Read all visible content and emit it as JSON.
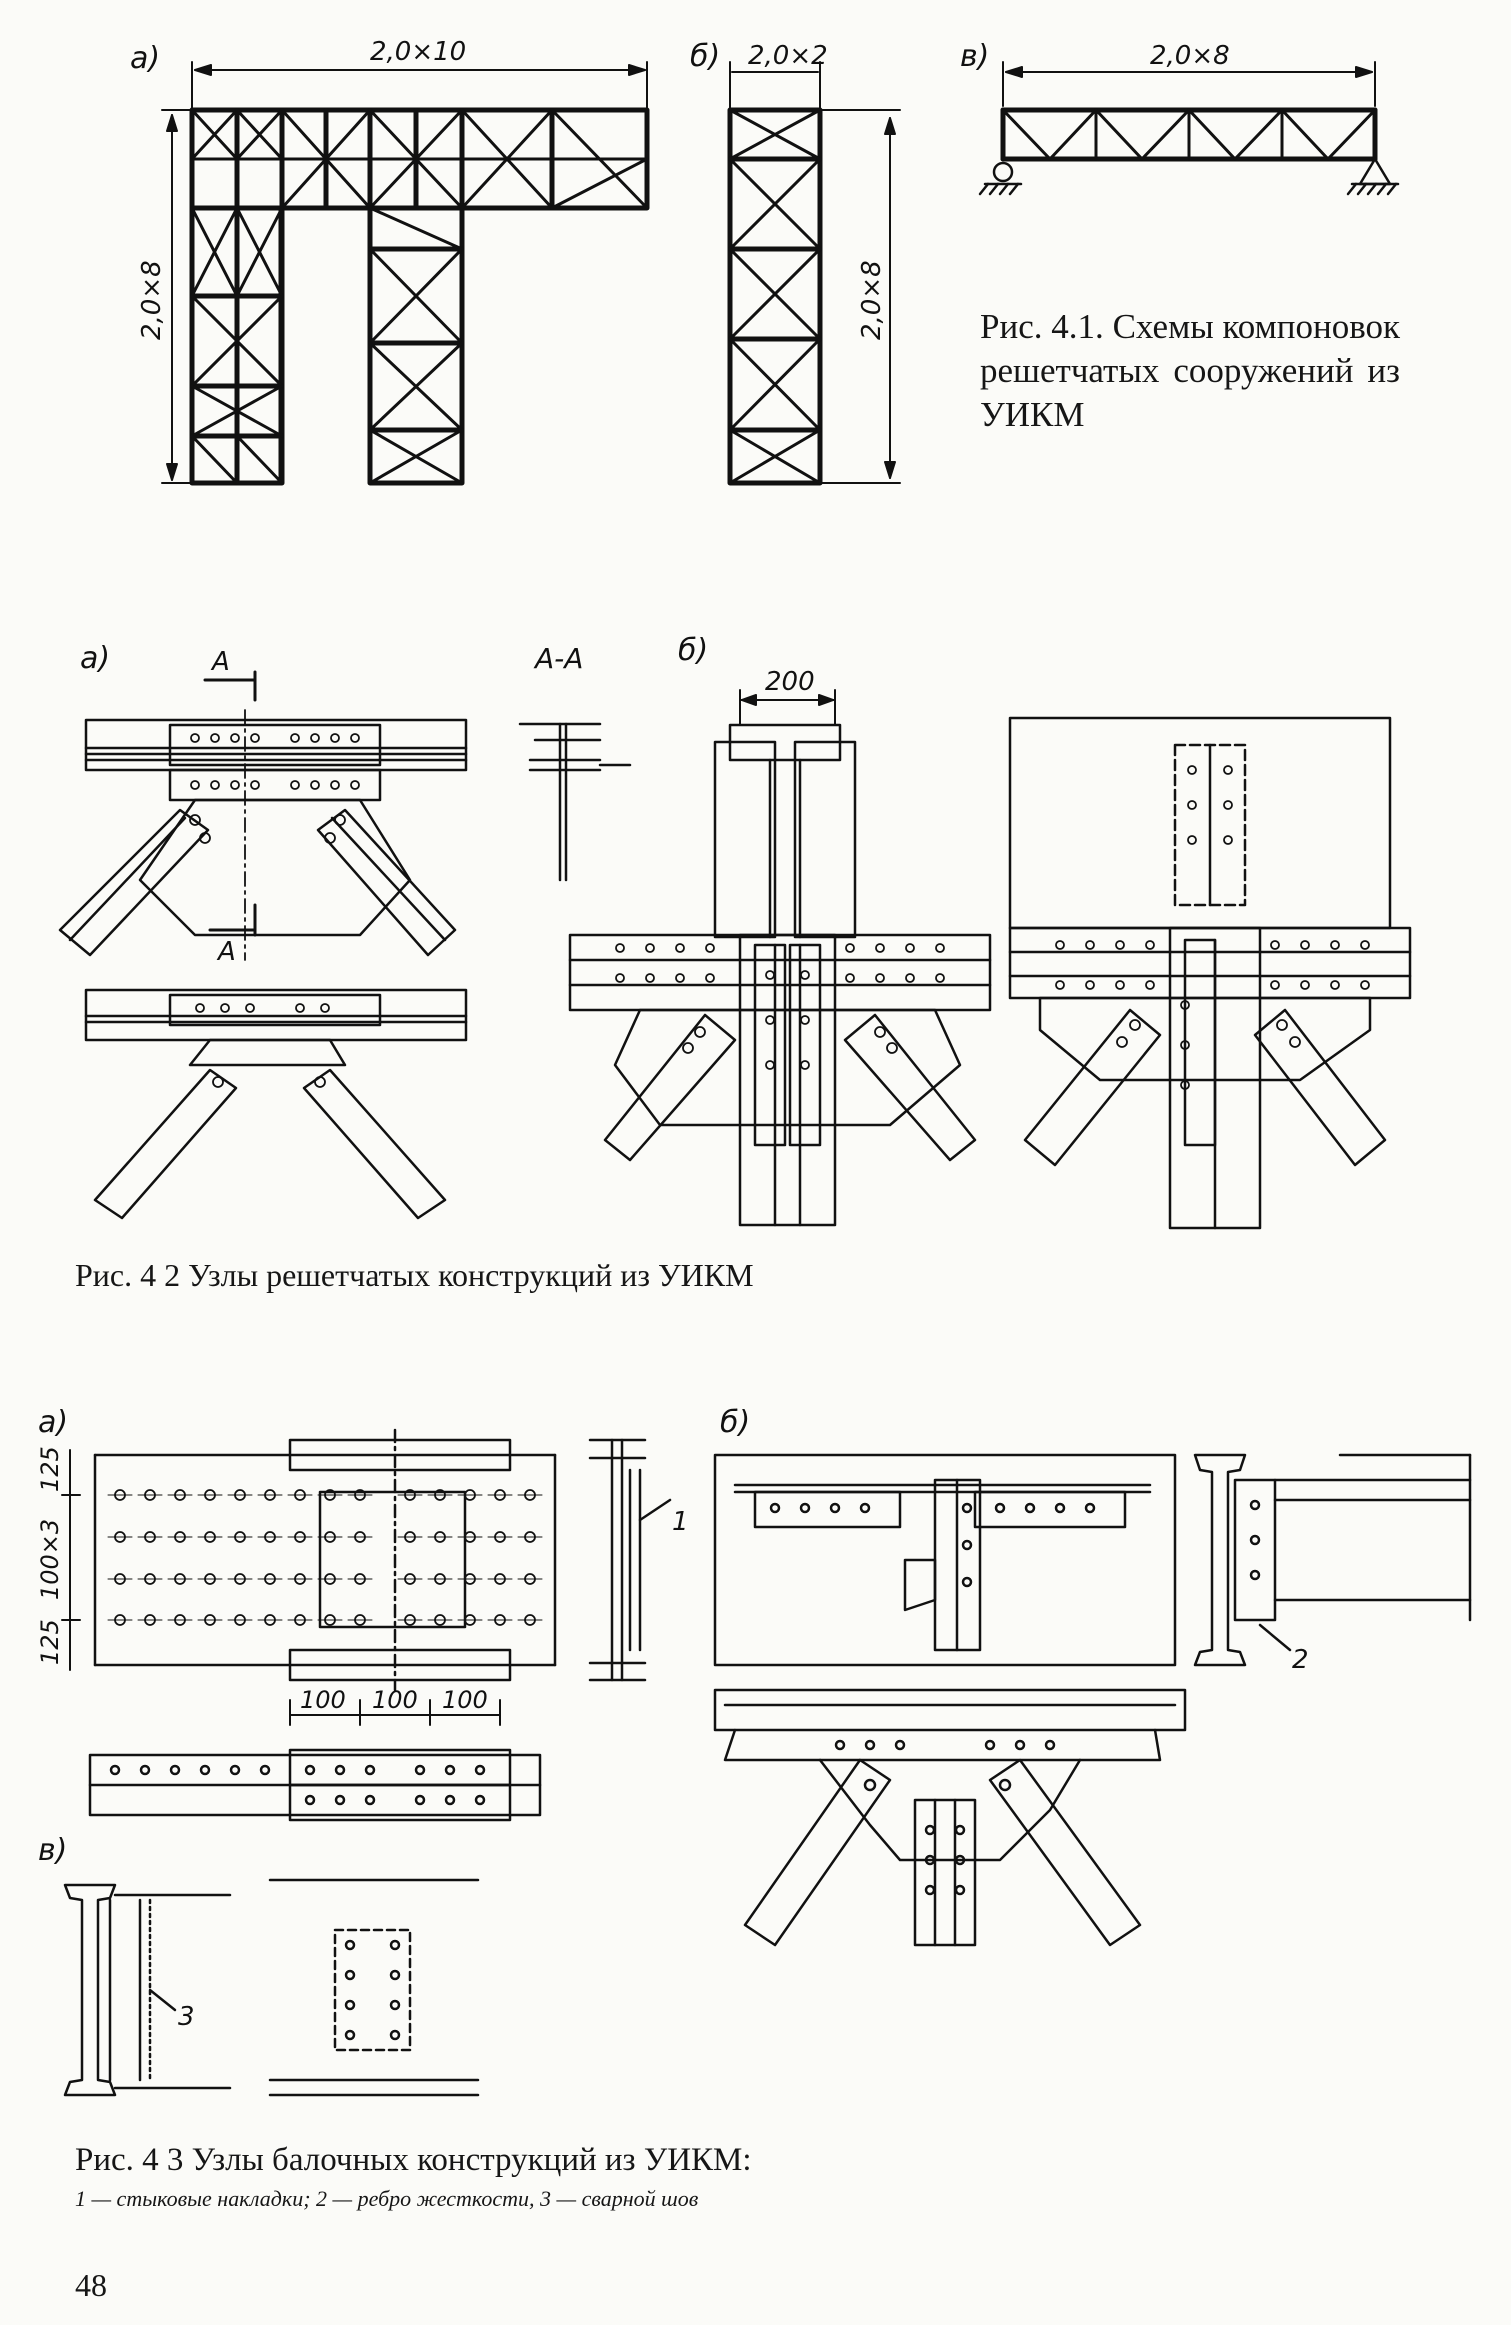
{
  "page_number": "48",
  "fig41": {
    "part_a": "а)",
    "part_b": "б)",
    "part_v": "в)",
    "dim_a_width": "2,0×10",
    "dim_a_height": "2,0×8",
    "dim_b_width": "2,0×2",
    "dim_b_height": "2,0×8",
    "dim_v_width": "2,0×8",
    "caption": "Рис. 4.1. Схемы компоновок решетчатых сооружений из УИКМ"
  },
  "fig42": {
    "part_a": "а)",
    "part_b": "б)",
    "section_mark": "А",
    "section_title": "А-А",
    "dim_200": "200",
    "caption": "Рис. 4 2 Узлы решетчатых конструкций из УИКМ"
  },
  "fig43": {
    "part_a": "а)",
    "part_b": "б)",
    "part_v": "в)",
    "dim_125_top": "125",
    "dim_100x3": "100×3",
    "dim_125_bottom": "125",
    "dim_100_1": "100",
    "dim_100_2": "100",
    "dim_100_3": "100",
    "callout_1": "1",
    "callout_2": "2",
    "callout_3": "3",
    "caption": "Рис. 4 3 Узлы балочных конструкций из УИКМ:",
    "legend": "1 — стыковые накладки; 2 — ребро жесткости, 3 — сварной шов"
  }
}
